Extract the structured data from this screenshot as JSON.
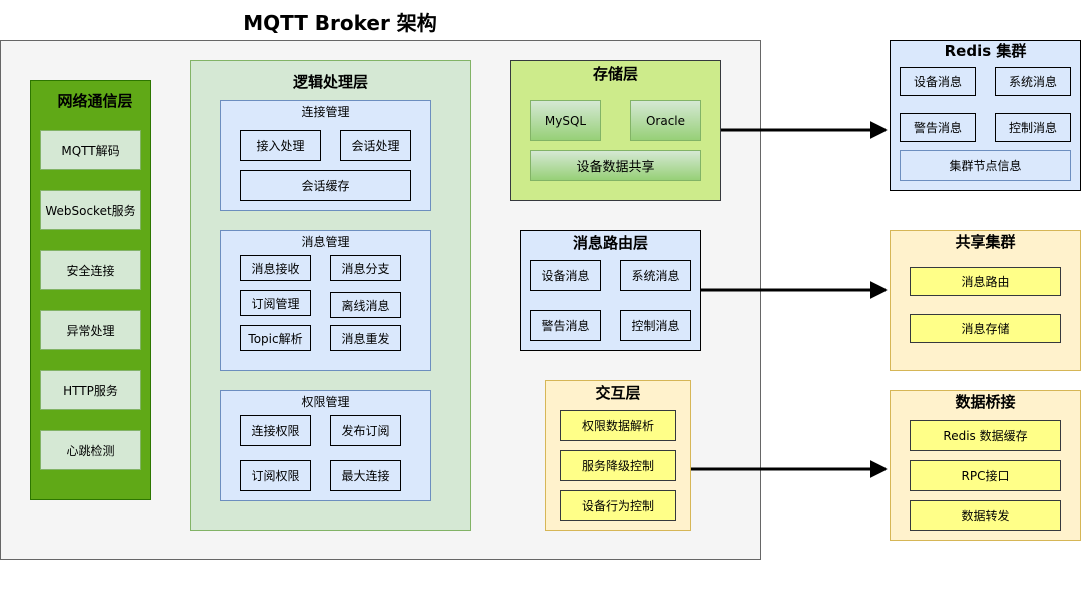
{
  "title": "MQTT Broker 架构",
  "network": {
    "title": "网络通信层",
    "items": [
      "MQTT解码",
      "WebSocket服务",
      "安全连接",
      "异常处理",
      "HTTP服务",
      "心跳检测"
    ]
  },
  "logic": {
    "title": "逻辑处理层",
    "connection": {
      "title": "连接管理",
      "items": [
        "接入处理",
        "会话处理",
        "会话缓存"
      ]
    },
    "message": {
      "title": "消息管理",
      "items": [
        "消息接收",
        "消息分支",
        "订阅管理",
        "离线消息",
        "Topic解析",
        "消息重发"
      ]
    },
    "permission": {
      "title": "权限管理",
      "items": [
        "连接权限",
        "发布订阅",
        "订阅权限",
        "最大连接"
      ]
    }
  },
  "storage": {
    "title": "存储层",
    "items": [
      "MySQL",
      "Oracle",
      "设备数据共享"
    ]
  },
  "routing": {
    "title": "消息路由层",
    "items": [
      "设备消息",
      "系统消息",
      "警告消息",
      "控制消息"
    ]
  },
  "interaction": {
    "title": "交互层",
    "items": [
      "权限数据解析",
      "服务降级控制",
      "设备行为控制"
    ]
  },
  "redis": {
    "title": "Redis 集群",
    "items": [
      "设备消息",
      "系统消息",
      "警告消息",
      "控制消息",
      "集群节点信息"
    ]
  },
  "shared": {
    "title": "共享集群",
    "items": [
      "消息路由",
      "消息存储"
    ]
  },
  "bridge": {
    "title": "数据桥接",
    "items": [
      "Redis 数据缓存",
      "RPC接口",
      "数据转发"
    ]
  }
}
